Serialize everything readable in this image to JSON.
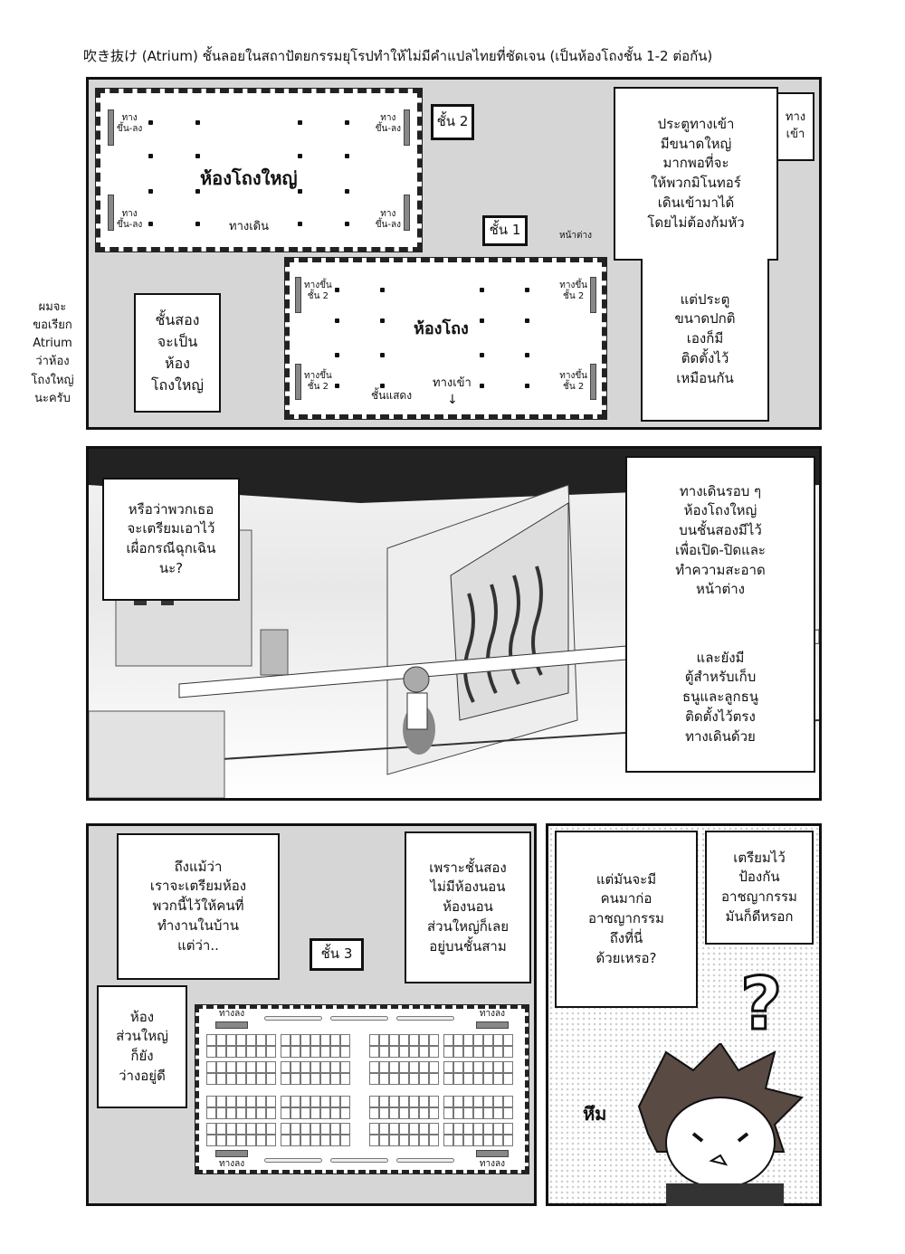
{
  "header_note": "吹き抜け (Atrium) ชั้นลอยในสถาปัตยกรรมยุโรปทำให้ไม่มีคำแปลไทยที่ชัดเจน (เป็นห้องโถงชั้น 1-2 ต่อกัน)",
  "margin_note": "ผมจะ\nขอเรียก\nAtrium\nว่าห้อง\nโถงใหญ่\nนะครับ",
  "panel1": {
    "floor2": {
      "tag": "ชั้น 2",
      "room": "ห้องโถงใหญ่",
      "stairs": "ทาง\nขึ้น-ลง",
      "walkway": "ทางเดิน"
    },
    "floor1": {
      "tag": "ชั้น 1",
      "room": "ห้องโถง",
      "stairs": "ทางขึ้น\nชั้น 2",
      "stage": "ชั้นแสดง",
      "entrance": "ทางเข้า",
      "window": "หน้าต่าง"
    },
    "caption_left": "ชั้นสอง\nจะเป็น\nห้อง\nโถงใหญ่",
    "caption_right_top": "ประตูทางเข้า\nมีขนาดใหญ่\nมากพอที่จะ\nให้พวกมิโนทอร์\nเดินเข้ามาได้\nโดยไม่ต้องก้มหัว",
    "caption_right_bottom": "แต่ประตู\nขนาดปกติ\nเองก็มี\nติดตั้งไว้\nเหมือนกัน",
    "entrance_tag": "ทาง\nเข้า"
  },
  "panel2": {
    "bubble_left": "หรือว่าพวกเธอ\nจะเตรียมเอาไว้\nเผื่อกรณีฉุกเฉิน\nนะ?",
    "caption_right_1": "ทางเดินรอบ ๆ\nห้องโถงใหญ่\nบนชั้นสองมีไว้\nเพื่อเปิด-ปิดและ\nทำความสะอาด\nหน้าต่าง",
    "caption_right_2": "และยังมี\nตู้สำหรับเก็บ\nธนูและลูกธนู\nติดตั้งไว้ตรง\nทางเดินด้วย"
  },
  "panel3": {
    "caption_1": "ถึงแม้ว่า\nเราจะเตรียมห้อง\nพวกนี้ไว้ให้คนที่\nทำงานในบ้าน\nแต่ว่า..",
    "caption_2": "ห้อง\nส่วนใหญ่\nก็ยัง\nว่างอยู่ดี",
    "caption_3": "เพราะชั้นสอง\nไม่มีห้องนอน\nห้องนอน\nส่วนใหญ่ก็เลย\nอยู่บนชั้นสาม",
    "floor3_tag": "ชั้น 3",
    "stairs_down": "ทางลง"
  },
  "panel4": {
    "bubble_1": "แต่มันจะมี\nคนมาก่อ\nอาชญากรรม\nถึงที่นี่\nด้วยเหรอ?",
    "bubble_2": "เตรียมไว้\nป้องกัน\nอาชญากรรม\nมันก็ดีหรอก",
    "question_mark": "?",
    "sfx": "หึม"
  }
}
